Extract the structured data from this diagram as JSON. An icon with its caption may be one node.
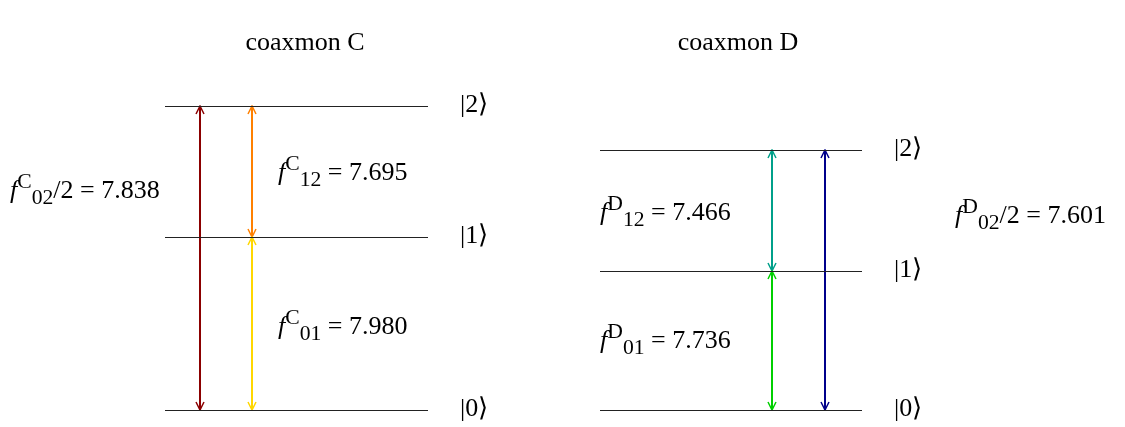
{
  "diagram": {
    "nodes": [
      {
        "text": [],
        "shape": "bar",
        "beside": [
          "|2⟩"
        ]
      },
      {
        "text": [],
        "shape": "bar",
        "beside": [
          "|1⟩"
        ]
      },
      {
        "text": [],
        "shape": "bar",
        "beside": [
          "|0⟩"
        ]
      },
      {
        "text": [],
        "shape": "bar",
        "beside": [
          "|2⟩"
        ]
      },
      {
        "text": [],
        "shape": "bar",
        "beside": [
          "|1⟩"
        ]
      },
      {
        "text": [],
        "shape": "bar",
        "beside": [
          "|0⟩"
        ]
      }
    ],
    "edges": [
      {
        "from": 0,
        "to": 2,
        "arrow": "both",
        "label": "*f*$^{C}$$_{02}$/2 = 7.838",
        "color": "#8b0000"
      },
      {
        "from": 0,
        "to": 1,
        "arrow": "both",
        "label": "*f*$^{C}$$_{12}$ = 7.695",
        "color": "#ff8000"
      },
      {
        "from": 1,
        "to": 2,
        "arrow": "both",
        "label": "*f*$^{C}$$_{01}$ = 7.980",
        "color": "#ffd700"
      },
      {
        "from": 3,
        "to": 4,
        "arrow": "both",
        "label": "*f*$^{D}$$_{12}$ = 7.466",
        "color": "#00a08a"
      },
      {
        "from": 4,
        "to": 5,
        "arrow": "both",
        "label": "*f*$^{D}$$_{01}$ = 7.736",
        "color": "#00d000"
      },
      {
        "from": 3,
        "to": 5,
        "arrow": "both",
        "label": "*f*$^{D}$$_{02}$/2 = 7.601",
        "color": "#00008b"
      }
    ],
    "labels": [
      "coaxmon C",
      "coaxmon D"
    ]
  }
}
